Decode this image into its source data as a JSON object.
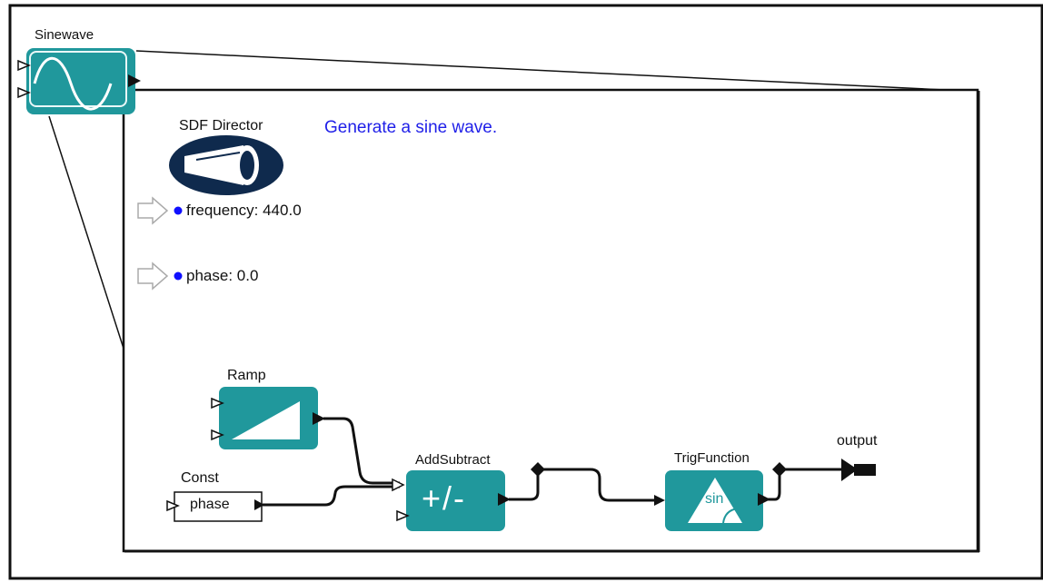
{
  "composite": {
    "name": "Sinewave"
  },
  "director": {
    "label": "SDF Director"
  },
  "annotation": {
    "text": "Generate a sine wave."
  },
  "parameters": [
    {
      "name": "frequency",
      "text": "frequency: 440.0"
    },
    {
      "name": "phase",
      "text": "phase: 0.0"
    }
  ],
  "actors": {
    "ramp": {
      "label": "Ramp"
    },
    "const": {
      "label": "Const",
      "value": "phase"
    },
    "add_subtract": {
      "label": "AddSubtract",
      "symbol": "+/-"
    },
    "trig_function": {
      "label": "TrigFunction",
      "function": "sin"
    },
    "output_port": {
      "label": "output"
    }
  },
  "colors": {
    "actor_fill": "#20989c",
    "director_fill": "#0f2a4d",
    "annotation_text": "#1f1fe8",
    "param_dot": "#1010ff"
  },
  "icons": [
    "sine-wave-icon",
    "telescope-icon",
    "ramp-icon",
    "triangle-icon",
    "port-arrow-icon"
  ]
}
